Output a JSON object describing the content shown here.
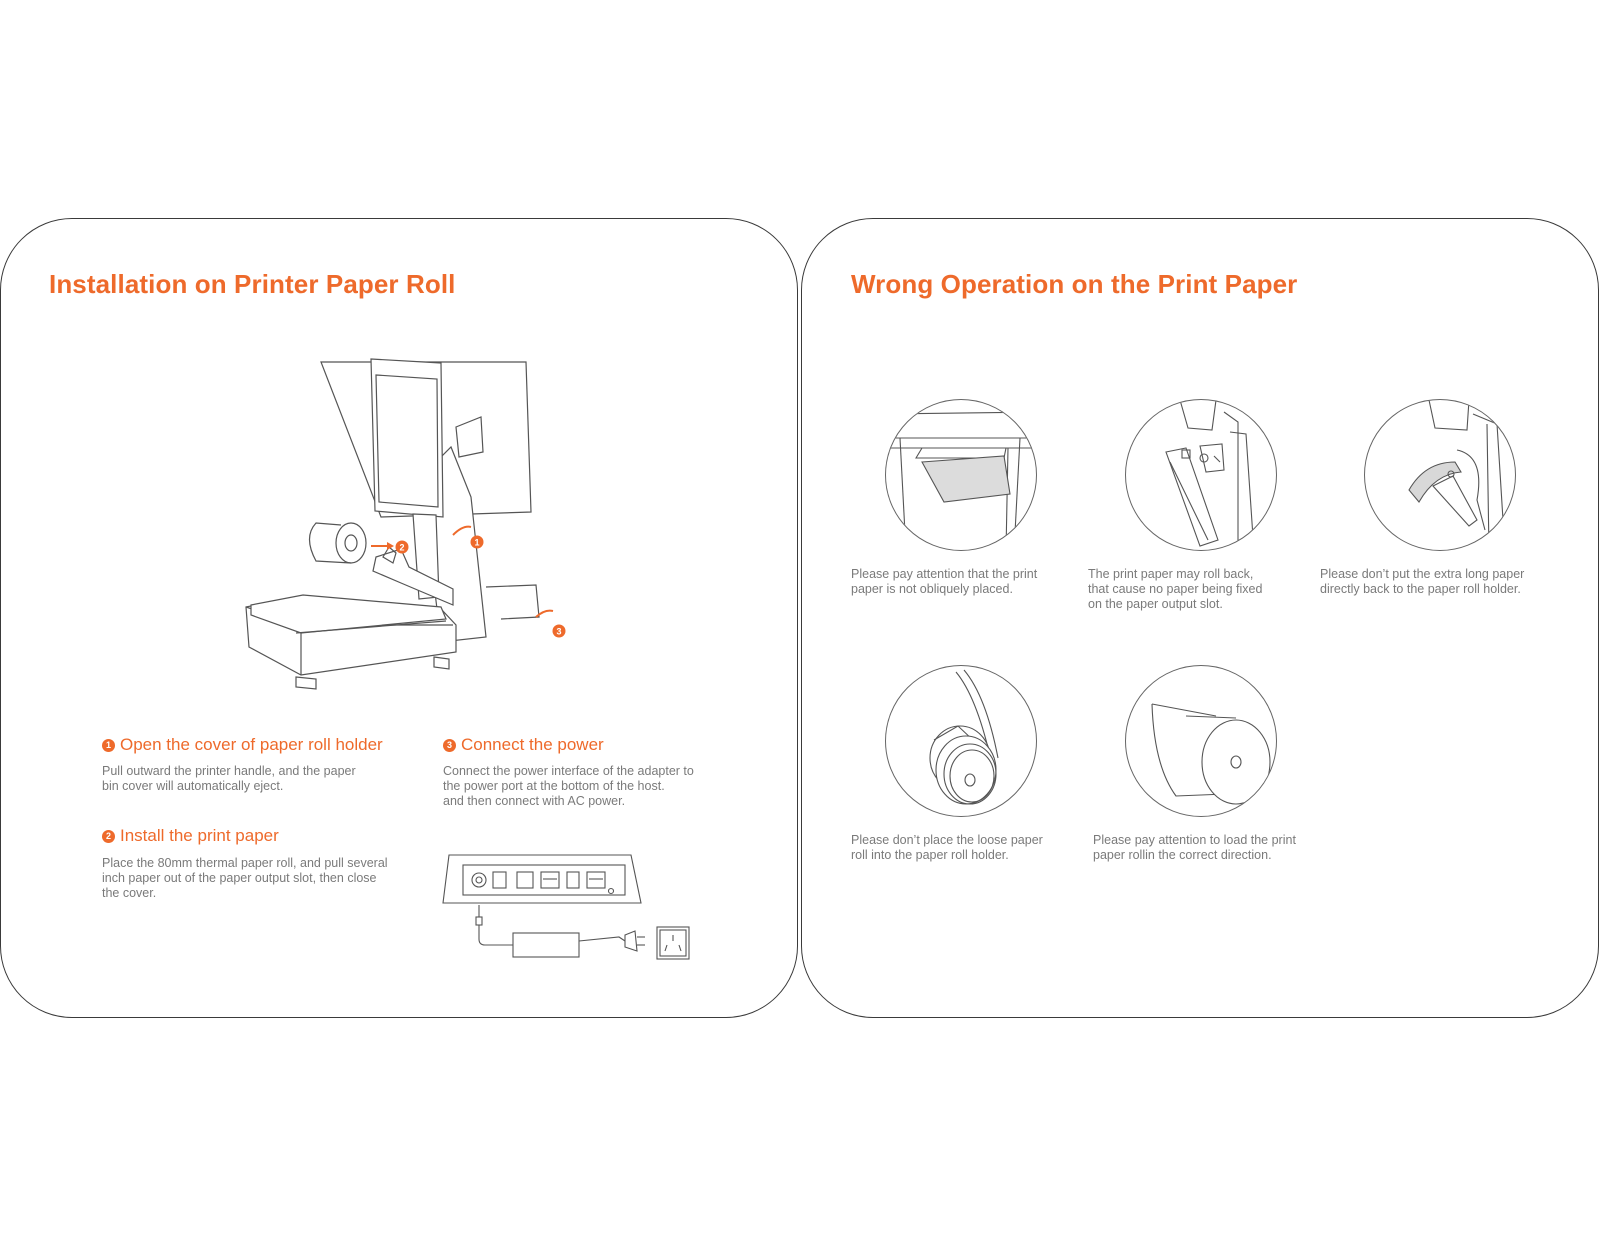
{
  "left": {
    "title": "Installation on Printer Paper Roll",
    "steps": [
      {
        "num": "1",
        "title": "Open the cover of paper roll holder",
        "desc": "Pull outward the printer handle, and the paper\nbin cover will automatically eject."
      },
      {
        "num": "2",
        "title": "Install the print paper",
        "desc": "Place the 80mm thermal paper roll, and pull several\ninch paper out of the paper output slot, then close\nthe cover."
      },
      {
        "num": "3",
        "title": "Connect the power",
        "desc": "Connect the power interface of the adapter to\nthe power port at the bottom of the host.\nand then connect with AC power."
      }
    ],
    "illustration_markers": [
      "1",
      "2",
      "3"
    ]
  },
  "right": {
    "title": "Wrong Operation on the Print Paper",
    "cautions": [
      {
        "text": "Please pay attention that the print\npaper is not obliquely placed."
      },
      {
        "text": "The print paper may roll back,\nthat cause no paper being fixed\non the paper output slot."
      },
      {
        "text": "Please don’t put the extra long paper\ndirectly back to the paper roll holder."
      },
      {
        "text": "Please don’t place the loose paper\nroll into the paper roll holder."
      },
      {
        "text": "Please pay attention to load the print\npaper rollin the correct direction."
      }
    ]
  },
  "colors": {
    "accent": "#ee6a2b",
    "line": "#555555",
    "text": "#7a7a7a"
  }
}
